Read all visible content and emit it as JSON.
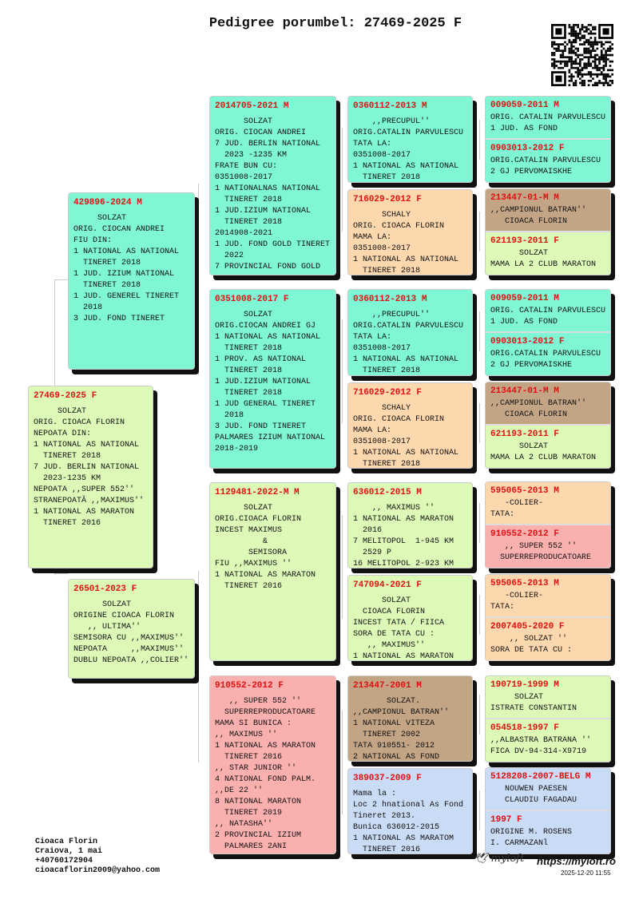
{
  "header": {
    "title": "Pedigree porumbel: 27469-2025 F"
  },
  "colors": {
    "teal": "#80f7d4",
    "peach": "#fdd8ae",
    "green": "#ddf9b8",
    "pink": "#fbb0b0",
    "brown": "#c3a586",
    "blue": "#cadcf5",
    "id_red": "#e01010"
  },
  "subject": {
    "id": "27469-2025 F",
    "text": "     SOLZAT\nORIG. CIOACA FLORIN\nNEPOATA DIN:\n1 NATIONAL AS NATIONAL\n  TINERET 2018\n7 JUD. BERLIN NATIONAL\n  2023-1235 KM\nNEPOATA ,,SUPER 552''\nSTRANEPOATĂ ,,MAXIMUS''\n1 NATIONAL AS MARATON\n  TINERET 2016"
  },
  "sire": {
    "id": "429896-2024 M",
    "text": "     SOLZAT\nORIG. CIOCAN ANDREI\nFIU DIN:\n1 NATIONAL AS NATIONAL\n  TINERET 2018\n1 JUD. IZIUM NATIONAL\n  TINERET 2018\n1 JUD. GENEREL TINERET\n  2018\n3 JUD. FOND TINERET"
  },
  "dam": {
    "id": "26501-2023 F",
    "text": "      SOLZAT\nORIGINE CIOACA FLORIN\n   ,, ULTIMA''\nSEMISORA CU ,,MAXIMUS''\nNEPOATA     ,,MAXIMUS''\nDUBLU NEPOATA ,,COLIER''"
  },
  "gen2": [
    {
      "id": "2014705-2021 M",
      "text": "      SOLZAT\nORIG. CIOCAN ANDREI\n7 JUD. BERLIN NATIONAL\n  2023 -1235 KM\nFRATE BUN CU:\n0351008-2017\n1 NATIONALNAS NATIONAL\n  TINERET 2018\n1 JUD.IZIUM NATIONAL\n  TINERET 2018\n2014908-2021\n1 JUD. FOND GOLD TINERET\n  2022\n7 PROVINCIAL FOND GOLD"
    },
    {
      "id": "0351008-2017 F",
      "text": "      SOLZAT\nORIG.CIOCAN ANDREI GJ\n1 NATIONAL AS NATIONAL\n  TINERET 2018\n1 PROV. AS NATIONAL\n  TINERET 2018\n1 JUD.IZIUM NATIONAL\n  TINERET 2018\n1 JUD GENERAL TINERET\n  2018\n3 JUD. FOND TINERET\nPALMARES IZIUM NATIONAL\n2018-2019"
    },
    {
      "id": "1129481-2022-M M",
      "text": "      SOLZAT\nORIG.CIOACA FLORIN\nINCEST MAXIMUS\n          &\n       SEMISORA\nFIU ,,MAXIMUS ''\n1 NATIONAL AS MARATON\n  TINERET 2016"
    },
    {
      "id": "910552-2012 F",
      "text": "   ,, SUPER 552 ''\n  SUPERREPRODUCATOARE\nMAMA SI BUNICA :\n,, MAXIMUS ''\n1 NATIONAL AS MARATON\n  TINERET 2016\n,, STAR JUNIOR ''\n4 NATIONAL FOND PALM.\n,,DE 22 ''\n8 NATIONAL MARATON\n  TINERET 2019\n,, NATASHA''\n2 PROVINCIAL IZIUM\n  PALMARES 2ANI"
    }
  ],
  "gen3": [
    {
      "id": "0360112-2013 M",
      "text": "    ,,PRECUPUL''\nORIG.CATALIN PARVULESCU\nTATA LA:\n0351008-2017\n1 NATIONAL AS NATIONAL\n  TINERET 2018"
    },
    {
      "id": "716029-2012 F",
      "text": "      SCHALY\nORIG. CIOACA FLORIN\nMAMA LA:\n0351008-2017\n1 NATIONAL AS NATIONAL\n  TINERET 2018"
    },
    {
      "id": "0360112-2013 M",
      "text": "    ,,PRECUPUL''\nORIG.CATALIN PARVULESCU\nTATA LA:\n0351008-2017\n1 NATIONAL AS NATIONAL\n  TINERET 2018"
    },
    {
      "id": "716029-2012 F",
      "text": "      SCHALY\nORIG. CIOACA FLORIN\nMAMA LA:\n0351008-2017\n1 NATIONAL AS NATIONAL\n  TINERET 2018"
    },
    {
      "id": "636012-2015 M",
      "text": "    ,, MAXIMUS ''\n1 NATIONAL AS MARATON\n  2016\n7 MELITOPOL  1-945 KM\n  2529 P\n16 MELITOPOL 2-923 KM"
    },
    {
      "id": "747094-2021 F",
      "text": "      SOLZAT\n  CIOACA FLORIN\nINCEST TATA / FIICA\nSORA DE TATA CU :\n   ,, MAXIMUS''\n1 NATIONAL AS MARATON"
    },
    {
      "id": "213447-2001 M",
      "text": "       SOLZAT.\n,,CAMPIONUL BATRAN''\n1 NATIONAL VITEZA\n  TINERET 2002\nTATA 910551- 2012\n2 NATIONAL AS FOND"
    },
    {
      "id": "389037-2009 F",
      "text": "Mama la :\nLoc 2 hnational As Fond\nTineret 2013.\nBunica 636012-2015\n1 NATIONAL AS MARATOM\n  TINERET 2016"
    }
  ],
  "gen4": [
    {
      "id": "009059-2011 M",
      "text": "ORIG. CATALIN PARVULESCU\n1 JUD. AS FOND"
    },
    {
      "id": "0903013-2012 F",
      "text": "ORIG.CATALIN PARVULESCU\n2 GJ PERVOMAISKHE"
    },
    {
      "id": "213447-01-M M",
      "text": ",,CAMPIONUL BATRAN''\n   CIOACA FLORIN"
    },
    {
      "id": "621193-2011 F",
      "text": "      SOLZAT\nMAMA LA 2 CLUB MARATON"
    },
    {
      "id": "009059-2011 M",
      "text": "ORIG. CATALIN PARVULESCU\n1 JUD. AS FOND"
    },
    {
      "id": "0903013-2012 F",
      "text": "ORIG.CATALIN PARVULESCU\n2 GJ PERVOMAISKHE"
    },
    {
      "id": "213447-01-M M",
      "text": ",,CAMPIONUL BATRAN''\n   CIOACA FLORIN"
    },
    {
      "id": "621193-2011 F",
      "text": "      SOLZAT\nMAMA LA 2 CLUB MARATON"
    },
    {
      "id": "595065-2013 M",
      "text": "   -COLIER-\nTATA:"
    },
    {
      "id": "910552-2012 F",
      "text": "   ,, SUPER 552 ''\n  SUPERREPRODUCATOARE"
    },
    {
      "id": "595065-2013 M",
      "text": "   -COLIER-\nTATA:"
    },
    {
      "id": "2007405-2020 F",
      "text": "    ,, SOLZAT ''\nSORA DE TATA CU :"
    },
    {
      "id": "190719-1999 M",
      "text": "     SOLZAT\nISTRATE CONSTANTIN"
    },
    {
      "id": "054518-1997 F",
      "text": ",,ALBASTRA BATRANA ''\nFICA DV-94-314-X9719"
    },
    {
      "id": "5128208-2007-BELG M",
      "text": "   NOUWEN PAESEN\n   CLAUDIU FAGADAU"
    },
    {
      "id": "1997 F",
      "text": "ORIGINE M. ROSENS\nI. CARMAZANl"
    }
  ],
  "footer": {
    "owner": "Cioaca Florin\nCraiova, 1 mai\n+40760172904\ncioacaflorin2009@yahoo.com",
    "logo": "myloft",
    "url": "https://myloft.ro",
    "timestamp": "2025-12-20 11:55"
  }
}
